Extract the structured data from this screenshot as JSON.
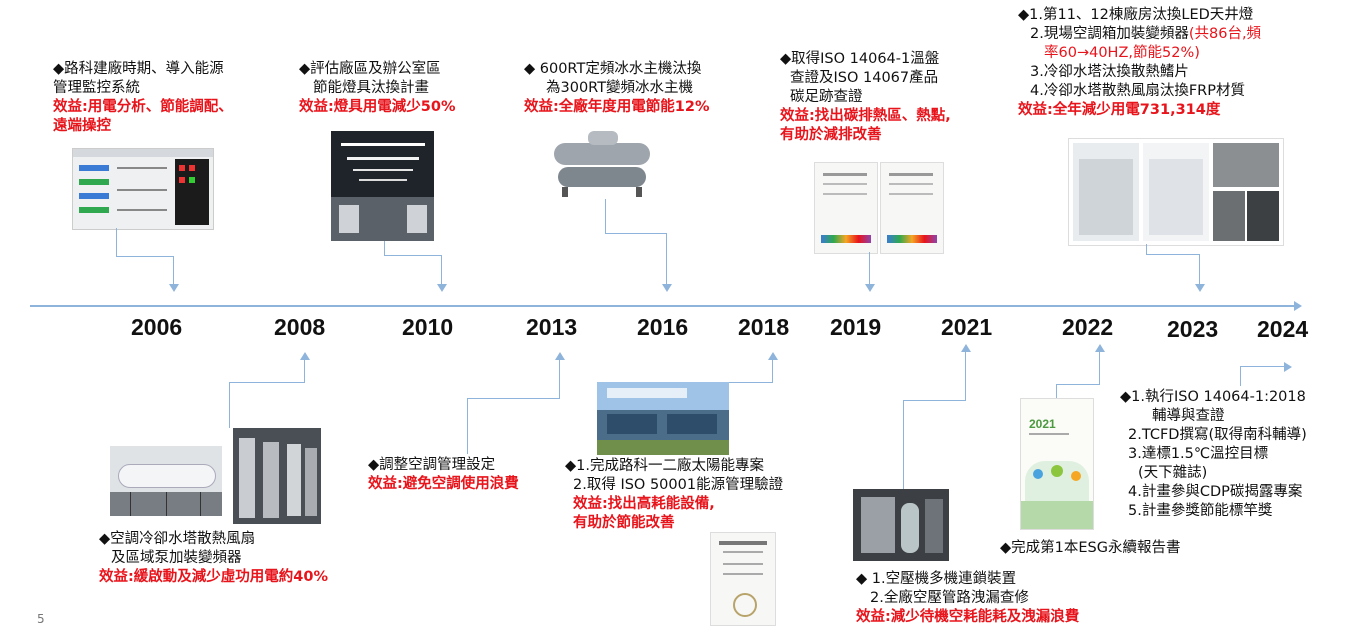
{
  "page_number": "5",
  "years": [
    "2006",
    "2008",
    "2010",
    "2013",
    "2016",
    "2018",
    "2019",
    "2021",
    "2022",
    "2023",
    "2024"
  ],
  "events": {
    "e2006": {
      "lines": [
        "◆路科建廠時期、導入能源",
        "管理監控系統"
      ],
      "benefit": [
        "效益:用電分析、節能調配、",
        "遠端操控"
      ]
    },
    "e2008": {
      "lines": [
        "◆空調冷卻水塔散熱風扇",
        "及區域泵加裝變頻器"
      ],
      "benefit": [
        "效益:緩啟動及減少虛功用電約40%"
      ]
    },
    "e2010": {
      "lines": [
        "◆評估廠區及辦公室區",
        "節能燈具汰換計畫"
      ],
      "benefit": [
        "效益:燈具用電減少50%"
      ]
    },
    "e2013": {
      "lines": [
        "◆調整空調管理設定"
      ],
      "benefit": [
        "效益:避免空調使用浪費"
      ]
    },
    "e2016": {
      "lines": [
        "◆ 600RT定頻冰水主機汰換",
        "為300RT變頻冰水主機"
      ],
      "benefit": [
        "效益:全廠年度用電節能12%"
      ]
    },
    "e2018": {
      "lines": [
        "◆1.完成路科一二廠太陽能專案",
        "2.取得 ISO 50001能源管理驗證"
      ],
      "benefit": [
        "效益:找出高耗能設備,",
        "有助於節能改善"
      ]
    },
    "e2019": {
      "lines": [
        "◆取得ISO 14064-1溫盤",
        "查證及ISO 14067產品",
        "碳足跡查證"
      ],
      "benefit": [
        "效益:找出碳排熱區、熱點,",
        "有助於減排改善"
      ]
    },
    "e2021": {
      "lines": [
        "◆ 1.空壓機多機連鎖裝置",
        "2.全廠空壓管路洩漏查修"
      ],
      "benefit": [
        "效益:減少待機空耗能耗及洩漏浪費"
      ]
    },
    "e2022": {
      "lines": [
        "◆完成第1本ESG永續報告書"
      ]
    },
    "e2023": {
      "line1": "◆1.第11、12棟廠房汰換LED天井燈",
      "line2_black": "2.現場空調箱加裝變頻器",
      "line2_red": "(共86台,頻",
      "line3_red": "率60→40HZ,節能52%)",
      "line4": "3.冷卻水塔汰換散熱鰭片",
      "line5": "4.冷卻水塔散熱風扇汰換FRP材質",
      "benefit": "效益:全年減少用電731,314度"
    },
    "e2024": {
      "lines": [
        "◆1.執行ISO 14064-1:2018",
        "輔導與查證",
        "2.TCFD撰寫(取得南科輔導)",
        "3.達標1.5℃溫控目標",
        "(天下雜誌)",
        "4.計畫參與CDP碳揭露專案",
        "5.計畫參獎節能標竿獎"
      ]
    }
  },
  "report_cover_year": "2021",
  "colors": {
    "axis": "#8fb4dc",
    "benefit": "#e8141b"
  }
}
